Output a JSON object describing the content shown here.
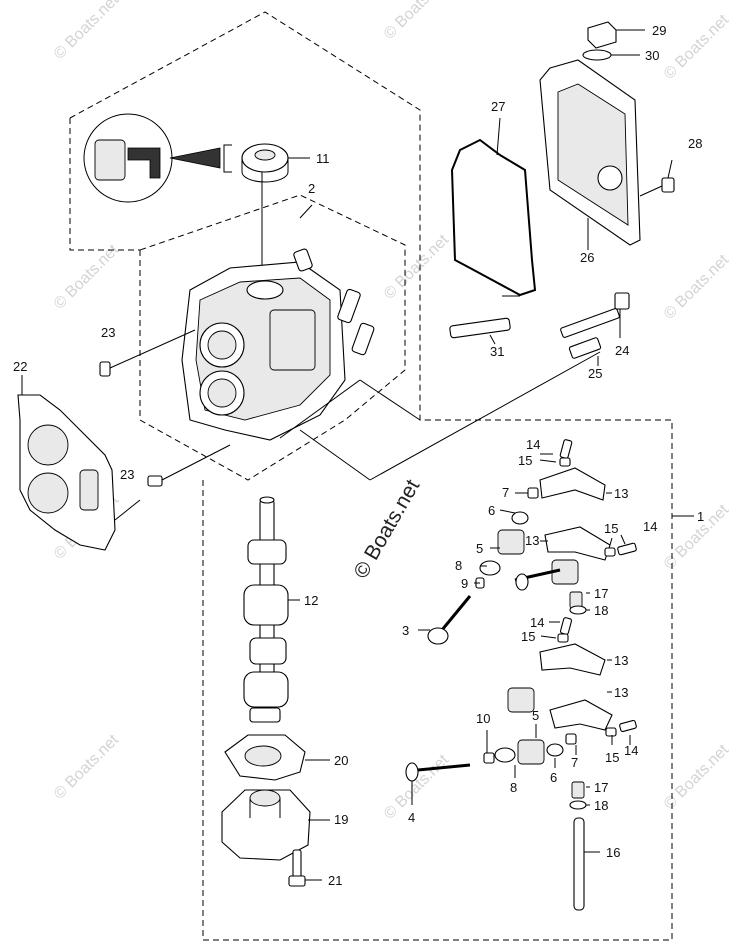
{
  "watermark": {
    "text": "© Boats.net",
    "center_text": "© Boats.net"
  },
  "parts": [
    {
      "id": "p1",
      "label": "1"
    },
    {
      "id": "p2",
      "label": "2"
    },
    {
      "id": "p3",
      "label": "3"
    },
    {
      "id": "p4",
      "label": "4"
    },
    {
      "id": "p5a",
      "label": "5"
    },
    {
      "id": "p5b",
      "label": "5"
    },
    {
      "id": "p6a",
      "label": "6"
    },
    {
      "id": "p6b",
      "label": "6"
    },
    {
      "id": "p7a",
      "label": "7"
    },
    {
      "id": "p7b",
      "label": "7"
    },
    {
      "id": "p8a",
      "label": "8"
    },
    {
      "id": "p8b",
      "label": "8"
    },
    {
      "id": "p9",
      "label": "9"
    },
    {
      "id": "p10",
      "label": "10"
    },
    {
      "id": "p11",
      "label": "11"
    },
    {
      "id": "p12",
      "label": "12"
    },
    {
      "id": "p13a",
      "label": "13"
    },
    {
      "id": "p13b",
      "label": "13"
    },
    {
      "id": "p13c",
      "label": "13"
    },
    {
      "id": "p13d",
      "label": "13"
    },
    {
      "id": "p14a",
      "label": "14"
    },
    {
      "id": "p14b",
      "label": "14"
    },
    {
      "id": "p14c",
      "label": "14"
    },
    {
      "id": "p14d",
      "label": "14"
    },
    {
      "id": "p15a",
      "label": "15"
    },
    {
      "id": "p15b",
      "label": "15"
    },
    {
      "id": "p15c",
      "label": "15"
    },
    {
      "id": "p15d",
      "label": "15"
    },
    {
      "id": "p16",
      "label": "16"
    },
    {
      "id": "p17a",
      "label": "17"
    },
    {
      "id": "p17b",
      "label": "17"
    },
    {
      "id": "p18a",
      "label": "18"
    },
    {
      "id": "p18b",
      "label": "18"
    },
    {
      "id": "p19",
      "label": "19"
    },
    {
      "id": "p20",
      "label": "20"
    },
    {
      "id": "p21",
      "label": "21"
    },
    {
      "id": "p22",
      "label": "22"
    },
    {
      "id": "p23a",
      "label": "23"
    },
    {
      "id": "p23b",
      "label": "23"
    },
    {
      "id": "p24",
      "label": "24"
    },
    {
      "id": "p25",
      "label": "25"
    },
    {
      "id": "p26",
      "label": "26"
    },
    {
      "id": "p27",
      "label": "27"
    },
    {
      "id": "p28",
      "label": "28"
    },
    {
      "id": "p29",
      "label": "29"
    },
    {
      "id": "p30",
      "label": "30"
    },
    {
      "id": "p31",
      "label": "31"
    }
  ]
}
